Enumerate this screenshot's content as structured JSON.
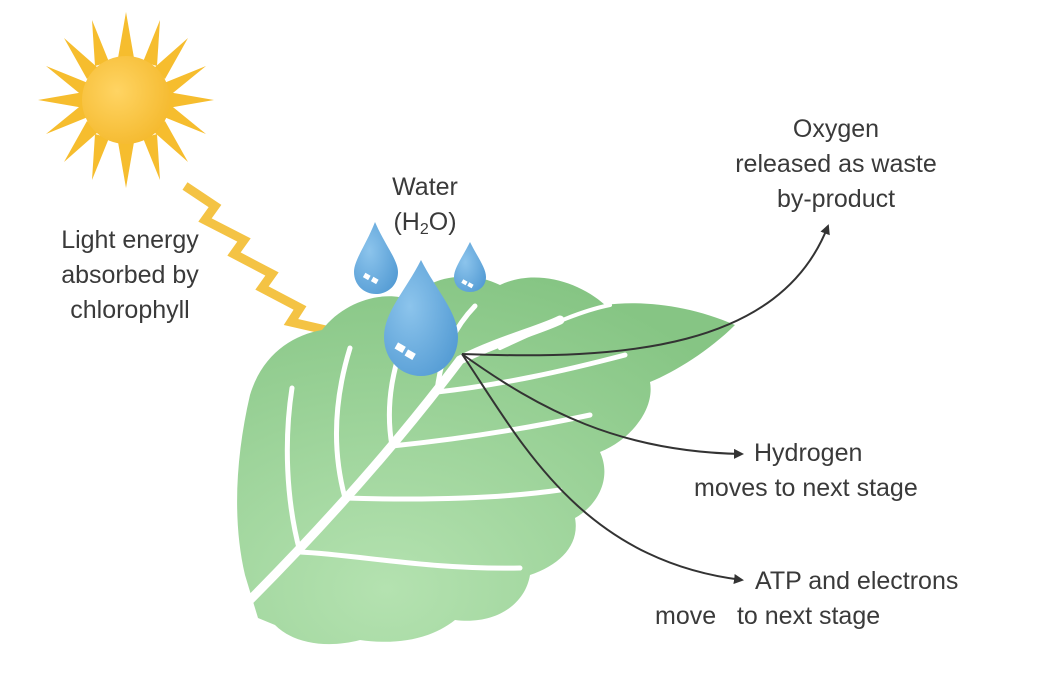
{
  "labels": {
    "light": [
      "Light energy",
      "absorbed by",
      "chlorophyll"
    ],
    "water": {
      "line1": "Water",
      "paren_open": "(H",
      "subscript": "2",
      "rest": "O)"
    },
    "oxygen": [
      "Oxygen",
      "released as waste",
      "by-product"
    ],
    "hydrogen": [
      "Hydrogen",
      "moves to next stage"
    ],
    "atp": [
      "ATP and electrons",
      "move   to next stage"
    ]
  },
  "colors": {
    "sun": "#f6bd2e",
    "sun_core": "#f7c23a",
    "ray": "#f4b72c",
    "light_arrow": "#f5c040",
    "leaf": "#8ecb8c",
    "leaf_light": "#a9dca6",
    "vein": "#ffffff",
    "water_drop": "#5aa3d9",
    "water_drop_light": "#7fbbe6",
    "arrow": "#333333",
    "text": "#3a3a3a"
  }
}
